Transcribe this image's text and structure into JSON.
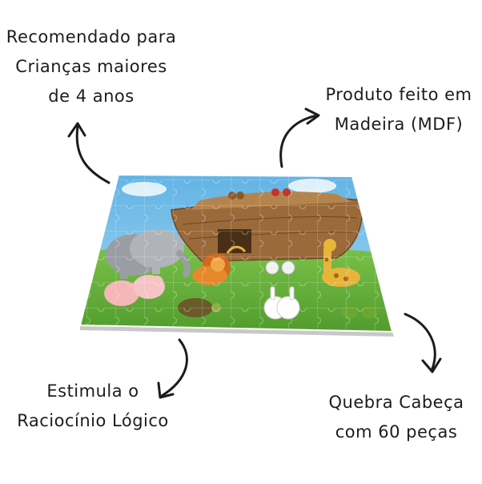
{
  "callouts": {
    "age": {
      "line1": "Recomendado para",
      "line2": "Crianças maiores",
      "line3": "de 4 anos"
    },
    "material": {
      "line1": "Produto feito em",
      "line2": "Madeira (MDF)"
    },
    "logic": {
      "line1": "Estimula o",
      "line2": "Raciocínio Lógico"
    },
    "pieces": {
      "line1": "Quebra Cabeça",
      "line2": "com 60 peças"
    }
  },
  "colors": {
    "sky": "#7ec3ea",
    "grass": "#5fae37",
    "ark": "#9b6a3a",
    "ink": "#1c1c1c"
  },
  "puzzle_image": "noah-ark-animals-jigsaw-puzzle"
}
